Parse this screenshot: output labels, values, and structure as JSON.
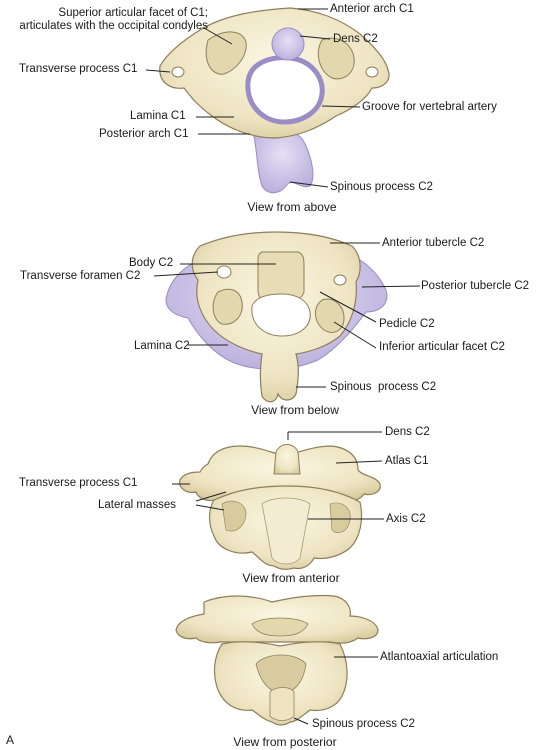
{
  "figure": {
    "panel_letter": "A",
    "views": [
      {
        "caption": "View from above",
        "labels": [
          "Superior articular facet of C1;",
          "articulates with the occipital condyles",
          "Anterior arch C1",
          "Dens C2",
          "Transverse process C1",
          "Groove for vertebral artery",
          "Lamina C1",
          "Posterior arch C1",
          "Spinous process C2"
        ]
      },
      {
        "caption": "View from below",
        "labels": [
          "Body C2",
          "Anterior tubercle C2",
          "Transverse foramen C2",
          "Posterior tubercle C2",
          "Pedicle C2",
          "Lamina C2",
          "Inferior articular facet C2",
          "Spinous  process C2"
        ]
      },
      {
        "caption": "View from anterior",
        "labels": [
          "Dens C2",
          "Atlas C1",
          "Transverse process C1",
          "Lateral masses",
          "Axis C2"
        ]
      },
      {
        "caption": "View from posterior",
        "labels": [
          "Atlantoaxial articulation",
          "Spinous process C2"
        ]
      }
    ],
    "colors": {
      "bone": "#efe7c8",
      "bone_shadow": "#cfc39a",
      "bone_outline": "#8c7f5a",
      "c2_lavender": "#cfc6e8",
      "c2_lavender_shadow": "#a99cd0",
      "leader_line": "#222222"
    }
  }
}
